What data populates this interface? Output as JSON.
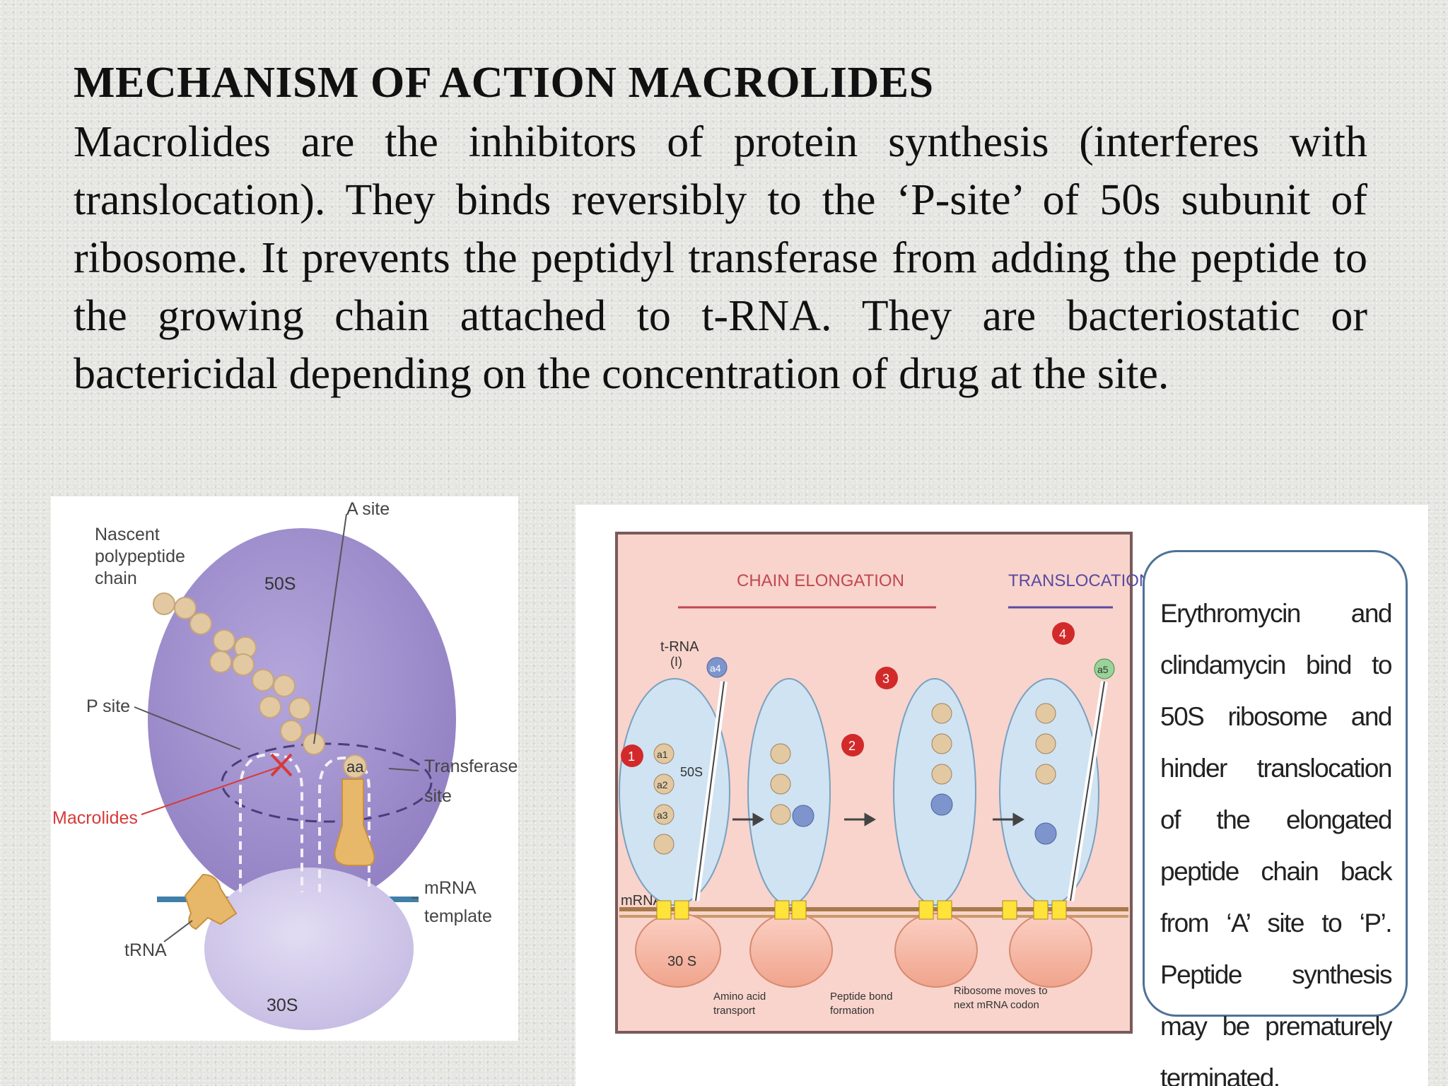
{
  "slide": {
    "title": "MECHANISM OF ACTION MACROLIDES",
    "body": "Macrolides are the inhibitors of protein synthesis (interferes with translocation). They binds reversibly to the ‘P-site’ of 50s subunit of ribosome. It prevents the peptidyl transferase from adding the peptide to the growing chain attached to t-RNA. They are bacteriostatic or bactericidal depending on the concentration of drug at the site."
  },
  "ribosome_diagram": {
    "labels": {
      "a_site": "A site",
      "nascent_line1": "Nascent",
      "nascent_line2": "polypeptide",
      "nascent_line3": "chain",
      "large_subunit": "50S",
      "p_site": "P site",
      "macrolides": "Macrolides",
      "aa": "aa",
      "transferase_line1": "Transferase",
      "transferase_line2": "site",
      "mrna_line1": "mRNA",
      "mrna_line2": "template",
      "trna": "tRNA",
      "small_subunit": "30S"
    },
    "colors": {
      "large_subunit": "#9a8ac8",
      "small_subunit": "#cfc8e8",
      "beads": "#e2c9a2",
      "macrolides": "#d63a3a"
    }
  },
  "elongation_diagram": {
    "headers": {
      "chain_elongation": "CHAIN ELONGATION",
      "translocation": "TRANSLOCATION"
    },
    "labels": {
      "trna": "t-RNA",
      "trna_sub": "(I)",
      "mrna": "mRNA",
      "subunit_50s": "50S",
      "subunit_30s": "30 S"
    },
    "steps": [
      "1",
      "2",
      "3",
      "4"
    ],
    "captions": {
      "amino_acid_1": "Amino acid",
      "amino_acid_2": "transport",
      "peptide_bond_1": "Peptide bond",
      "peptide_bond_2": "formation",
      "ribosome_moves_1": "Ribosome moves to",
      "ribosome_moves_2": "next mRNA codon"
    },
    "amino_acids": [
      "a1",
      "a2",
      "a3",
      "a4",
      "a5"
    ],
    "callout": "Erythromycin and clindamycin bind to 50S ribosome and hinder translocation of the elongated peptide chain back from ‘A’ site to ‘P’. Peptide synthesis may be prematurely terminated.",
    "colors": {
      "background": "#f8d4cc",
      "header_text": "#c04850",
      "translocation_line": "#5a4aa0",
      "step_badge": "#d22a2a",
      "ribosome": "#cfe3f2"
    }
  }
}
